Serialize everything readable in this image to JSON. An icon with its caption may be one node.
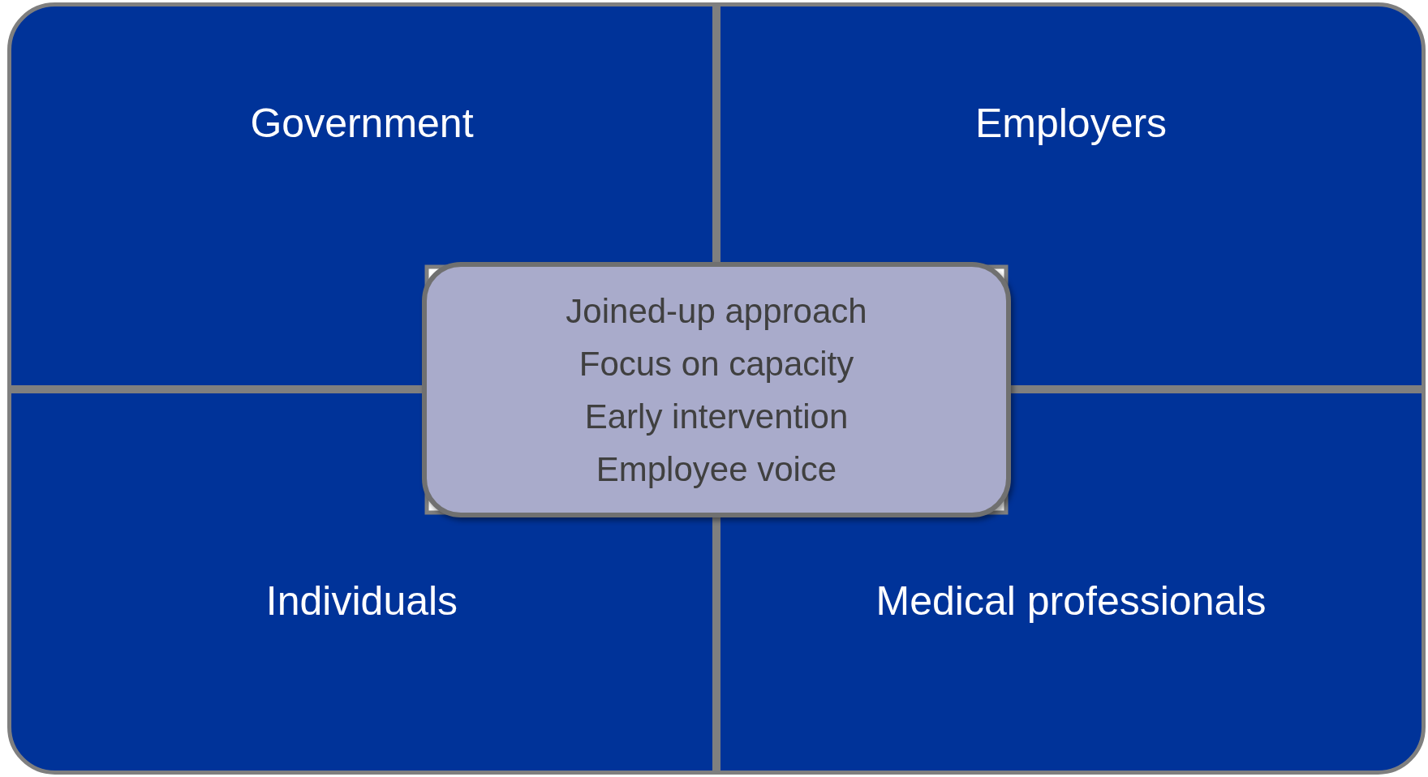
{
  "diagram": {
    "nodes": [
      {
        "text": [
          "Government"
        ]
      },
      {
        "text": [
          "Employers"
        ]
      },
      {
        "text": [
          "Individuals"
        ]
      },
      {
        "text": [
          "Medical professionals"
        ]
      },
      {
        "text": [
          "Joined-up approach",
          "Focus on capacity",
          "Early intervention",
          "Employee voice"
        ]
      }
    ]
  }
}
